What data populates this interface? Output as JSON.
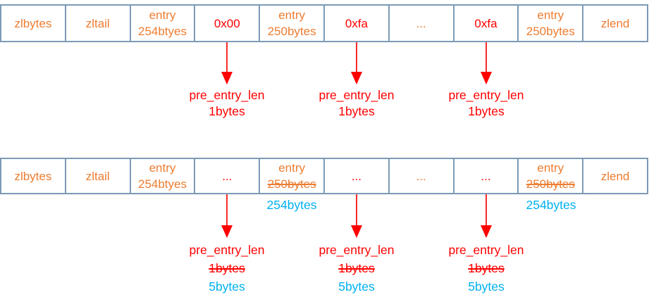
{
  "colors": {
    "orange": "#ED7D31",
    "red": "#FF0000",
    "blue": "#00B0F0",
    "table_border": "#7C9AB9"
  },
  "top_diagram": {
    "table": {
      "cells": [
        {
          "line1": "zlbytes"
        },
        {
          "line1": "zltail"
        },
        {
          "line1": "entry",
          "line2": "254btyes"
        },
        {
          "line1": "0x00"
        },
        {
          "line1": "entry",
          "line2": "250bytes"
        },
        {
          "line1": "0xfa"
        },
        {
          "line1": "..."
        },
        {
          "line1": "0xfa"
        },
        {
          "line1": "entry",
          "line2": "250bytes"
        },
        {
          "line1": "zlend"
        }
      ]
    },
    "annotations": [
      {
        "name": "pre_entry_len",
        "size": "1bytes"
      },
      {
        "name": "pre_entry_len",
        "size": "1bytes"
      },
      {
        "name": "pre_entry_len",
        "size": "1bytes"
      }
    ]
  },
  "bottom_diagram": {
    "table": {
      "cells": [
        {
          "line1": "zlbytes"
        },
        {
          "line1": "zltail"
        },
        {
          "line1": "entry",
          "line2": "254btyes"
        },
        {
          "line1": "..."
        },
        {
          "line1": "entry",
          "line2": "250bytes"
        },
        {
          "line1": "..."
        },
        {
          "line1": "..."
        },
        {
          "line1": "..."
        },
        {
          "line1": "entry",
          "line2": "250bytes"
        },
        {
          "line1": "zlend"
        }
      ]
    },
    "corrected_entry_sizes": [
      "254bytes",
      "254bytes"
    ],
    "annotations": [
      {
        "name": "pre_entry_len",
        "old_size": "1bytes",
        "new_size": "5bytes"
      },
      {
        "name": "pre_entry_len",
        "old_size": "1bytes",
        "new_size": "5bytes"
      },
      {
        "name": "pre_entry_len",
        "old_size": "1bytes",
        "new_size": "5bytes"
      }
    ]
  }
}
